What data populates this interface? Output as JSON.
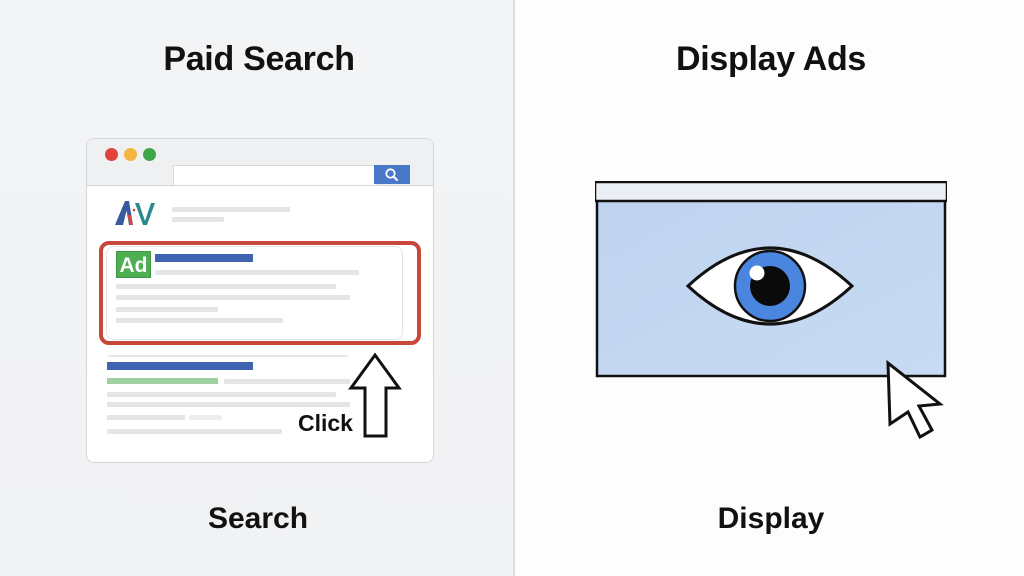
{
  "left_panel": {
    "title": "Paid Search",
    "caption": "Search",
    "browser": {
      "window_dots": [
        "#e0443a",
        "#f4b63f",
        "#3fa64a"
      ],
      "search_button_icon": "magnifier-icon",
      "search_button_color": "#4a78c9",
      "logo_text": "AV",
      "ad_badge": "Ad",
      "ad_badge_color": "#4caf50",
      "ad_highlight_color": "#c8473b",
      "click_label": "Click"
    }
  },
  "right_panel": {
    "title": "Display Ads",
    "caption": "Display",
    "display_fill_color": "#c3d7f2",
    "eye_iris_color": "#4a86e0",
    "cursor_icon": "mouse-pointer-icon"
  }
}
